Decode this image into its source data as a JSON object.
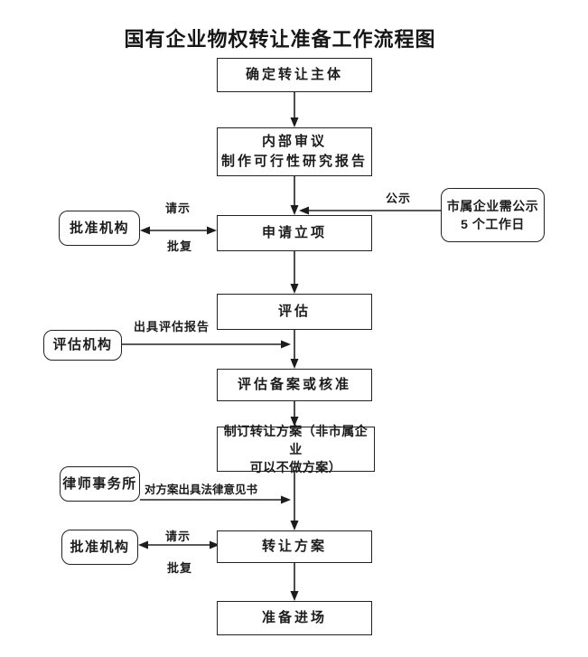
{
  "title": "国有企业物权转让准备工作流程图",
  "nodes": {
    "determine_subject": {
      "label": "确定转让主体"
    },
    "internal_review": {
      "line1": "内部审议",
      "line2": "制作可行性研究报告"
    },
    "apply_project": {
      "label": "申请立项"
    },
    "assessment": {
      "label": "评估"
    },
    "assessment_filing": {
      "label": "评估备案或核准"
    },
    "draft_plan": {
      "line1": "制订转让方案（非市属企业",
      "line2": "可以不做方案）"
    },
    "transfer_plan": {
      "label": "转让方案"
    },
    "prepare_entry": {
      "label": "准备进场"
    },
    "approval_org_1": {
      "label": "批准机构"
    },
    "publicity_note": {
      "line1": "市属企业需公示",
      "line2": "5 个工作日"
    },
    "assessment_org": {
      "label": "评估机构"
    },
    "law_firm": {
      "label": "律师事务所"
    },
    "approval_org_2": {
      "label": "批准机构"
    }
  },
  "edge_labels": {
    "request_1": "请示",
    "reply_1": "批复",
    "publicity": "公示",
    "issue_assessment_report": "出具评估报告",
    "legal_opinion": "对方案出具法律意见书",
    "request_2": "请示",
    "reply_2": "批复"
  }
}
